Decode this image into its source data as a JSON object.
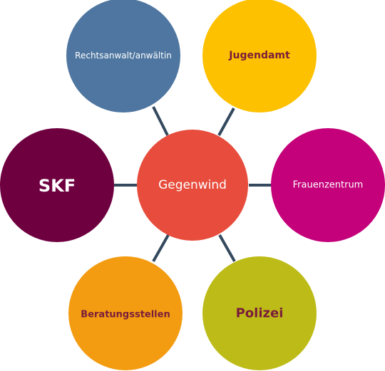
{
  "center": {
    "label": "Gegenwind",
    "fill": "#e74c3c",
    "text_color": "#ffffff"
  },
  "nodes": [
    {
      "id": "rechtsanwalt",
      "label": "Rechtsanwalt/anwältin",
      "fill": "#4e76a0",
      "text_color": "#ffffff"
    },
    {
      "id": "jugendamt",
      "label": "Jugendamt",
      "fill": "#fdc100",
      "text_color": "#7a1d3a"
    },
    {
      "id": "frauenzentrum",
      "label": "Frauenzentrum",
      "fill": "#c4007a",
      "text_color": "#ffffff"
    },
    {
      "id": "polizei",
      "label": "Polizei",
      "fill": "#bdbb17",
      "text_color": "#7a1d3a"
    },
    {
      "id": "beratungsstellen",
      "label": "Beratungsstellen",
      "fill": "#f39c12",
      "text_color": "#7a1d3a"
    },
    {
      "id": "skf",
      "label": "SKF",
      "fill": "#6f0040",
      "text_color": "#ffffff"
    }
  ],
  "connector_color": "#34495e"
}
